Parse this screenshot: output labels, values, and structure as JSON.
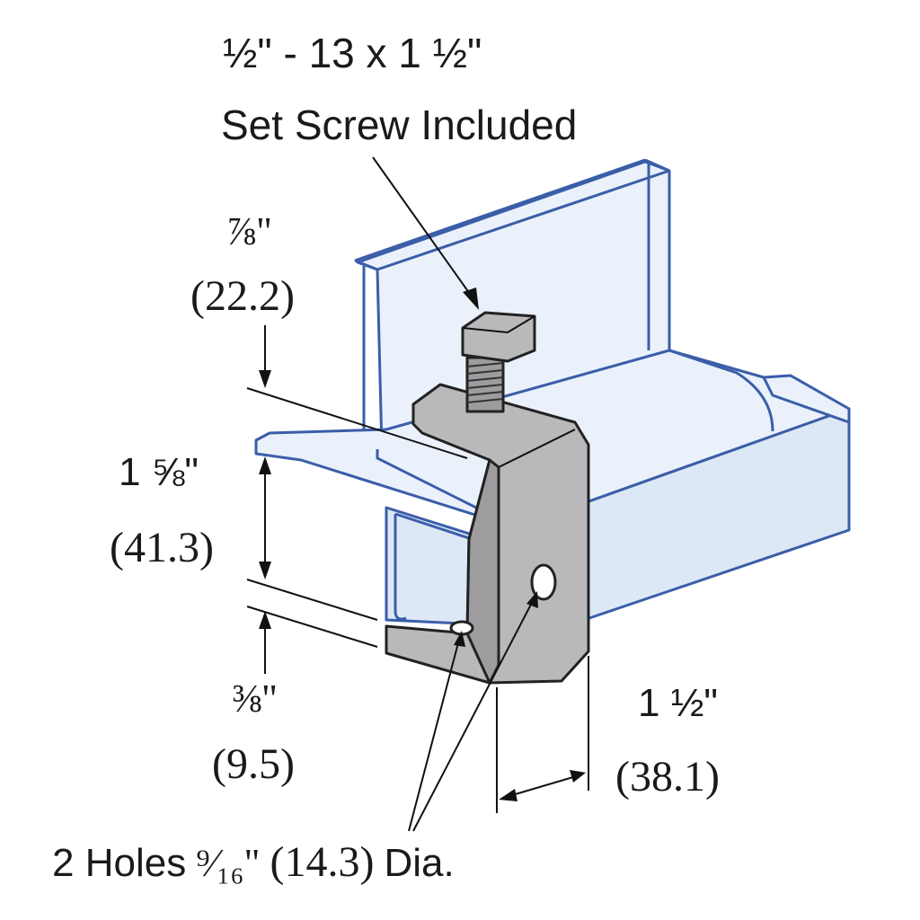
{
  "callouts": {
    "set_screw_size": "½\" - 13 x 1 ½\"",
    "set_screw_note": "Set Screw Included",
    "top_dim_in": "⅞\"",
    "top_dim_mm": "(22.2)",
    "height_dim_in": "1 ⅝\"",
    "height_dim_mm": "(41.3)",
    "bottom_dim_in": "⅜\"",
    "bottom_dim_mm": "(9.5)",
    "width_dim_in": "1 ½\"",
    "width_dim_mm": "(38.1)",
    "holes_label": "2 Holes",
    "holes_size_in": "⁹⁄₁₆\"",
    "holes_size_mm": "(14.3)",
    "holes_suffix": "Dia."
  },
  "colors": {
    "beam_outline": "#3a5ea8",
    "beam_fill": "#eaf1fb",
    "clamp_fill": "#b9b9bb"
  }
}
